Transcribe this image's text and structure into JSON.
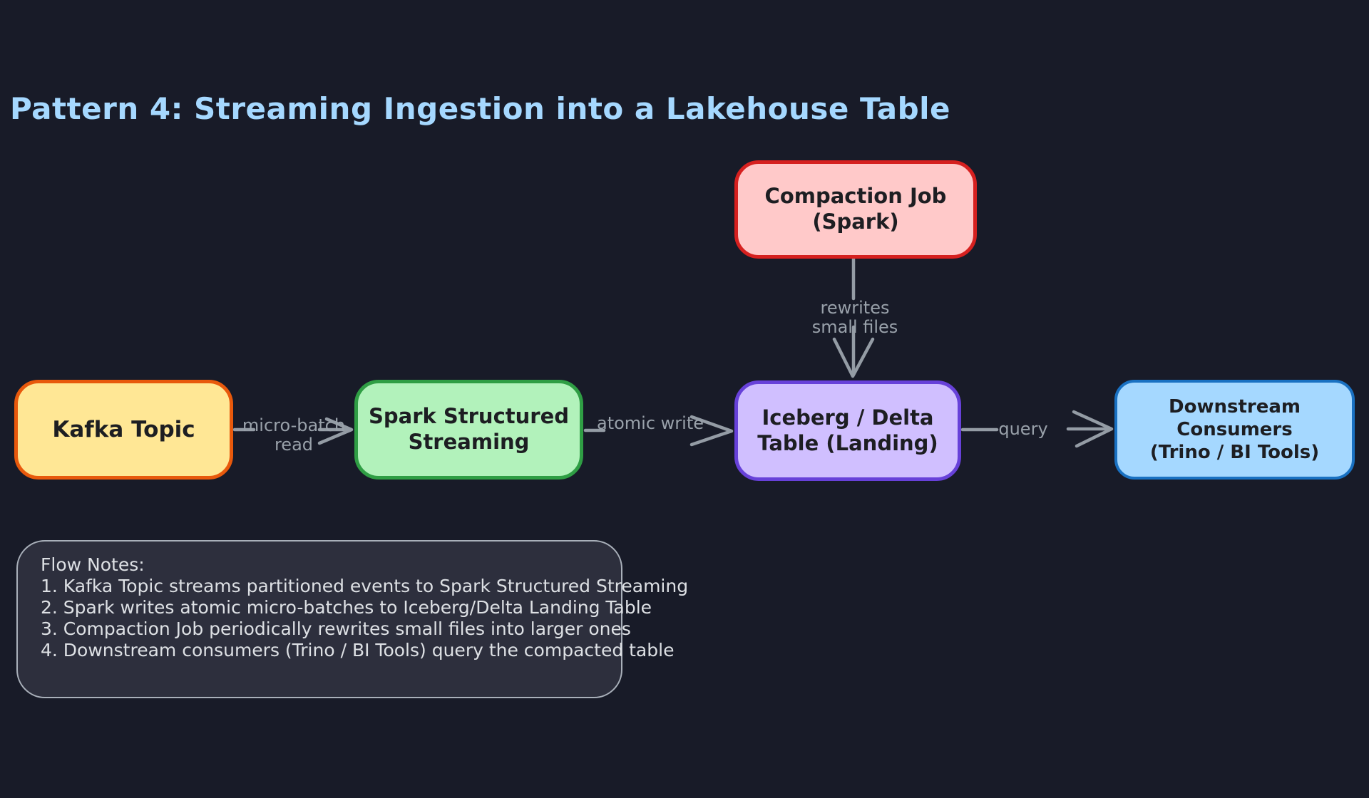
{
  "title": "Pattern 4: Streaming Ingestion into a Lakehouse Table",
  "nodes": {
    "kafka": {
      "label": "Kafka Topic",
      "fill": "#ffe795",
      "stroke": "#e8590c"
    },
    "spark": {
      "lines": [
        "Spark Structured",
        "Streaming"
      ],
      "fill": "#b2f2bb",
      "stroke": "#2f9e44"
    },
    "compaction": {
      "lines": [
        "Compaction Job",
        "(Spark)"
      ],
      "fill": "#ffc9c9",
      "stroke": "#d6201f"
    },
    "lakehouse": {
      "lines": [
        "Iceberg / Delta",
        "Table (Landing)"
      ],
      "fill": "#d0bfff",
      "stroke": "#6741d9"
    },
    "consumers": {
      "lines": [
        "Downstream",
        "Consumers",
        "(Trino / BI Tools)"
      ],
      "fill": "#a5d8ff",
      "stroke": "#1971c2"
    }
  },
  "edges": {
    "micro_batch": {
      "label": "micro-batch read",
      "from": "kafka",
      "to": "spark"
    },
    "atomic_write": {
      "label": "atomic write",
      "from": "spark",
      "to": "lakehouse"
    },
    "rewrites": {
      "label": "rewrites small files",
      "from": "compaction",
      "to": "lakehouse"
    },
    "query": {
      "label": "query",
      "from": "lakehouse",
      "to": "consumers"
    }
  },
  "notes": {
    "heading": "Flow Notes:",
    "items": [
      "1. Kafka Topic streams partitioned events to Spark Structured Streaming",
      "2. Spark writes atomic micro-batches to Iceberg/Delta Landing Table",
      "3. Compaction Job periodically rewrites small files into larger ones",
      "4. Downstream consumers (Trino / BI Tools) query the compacted table"
    ]
  },
  "colors": {
    "background": "#181b28",
    "title_text": "#a5d8ff",
    "node_text": "#1d1e22",
    "arrow": "#949ca5",
    "edge_label_text": "#99a1aa",
    "notes_background": "#2d2f3d",
    "notes_border": "#a9b0ba",
    "notes_text": "#dde0e4"
  }
}
